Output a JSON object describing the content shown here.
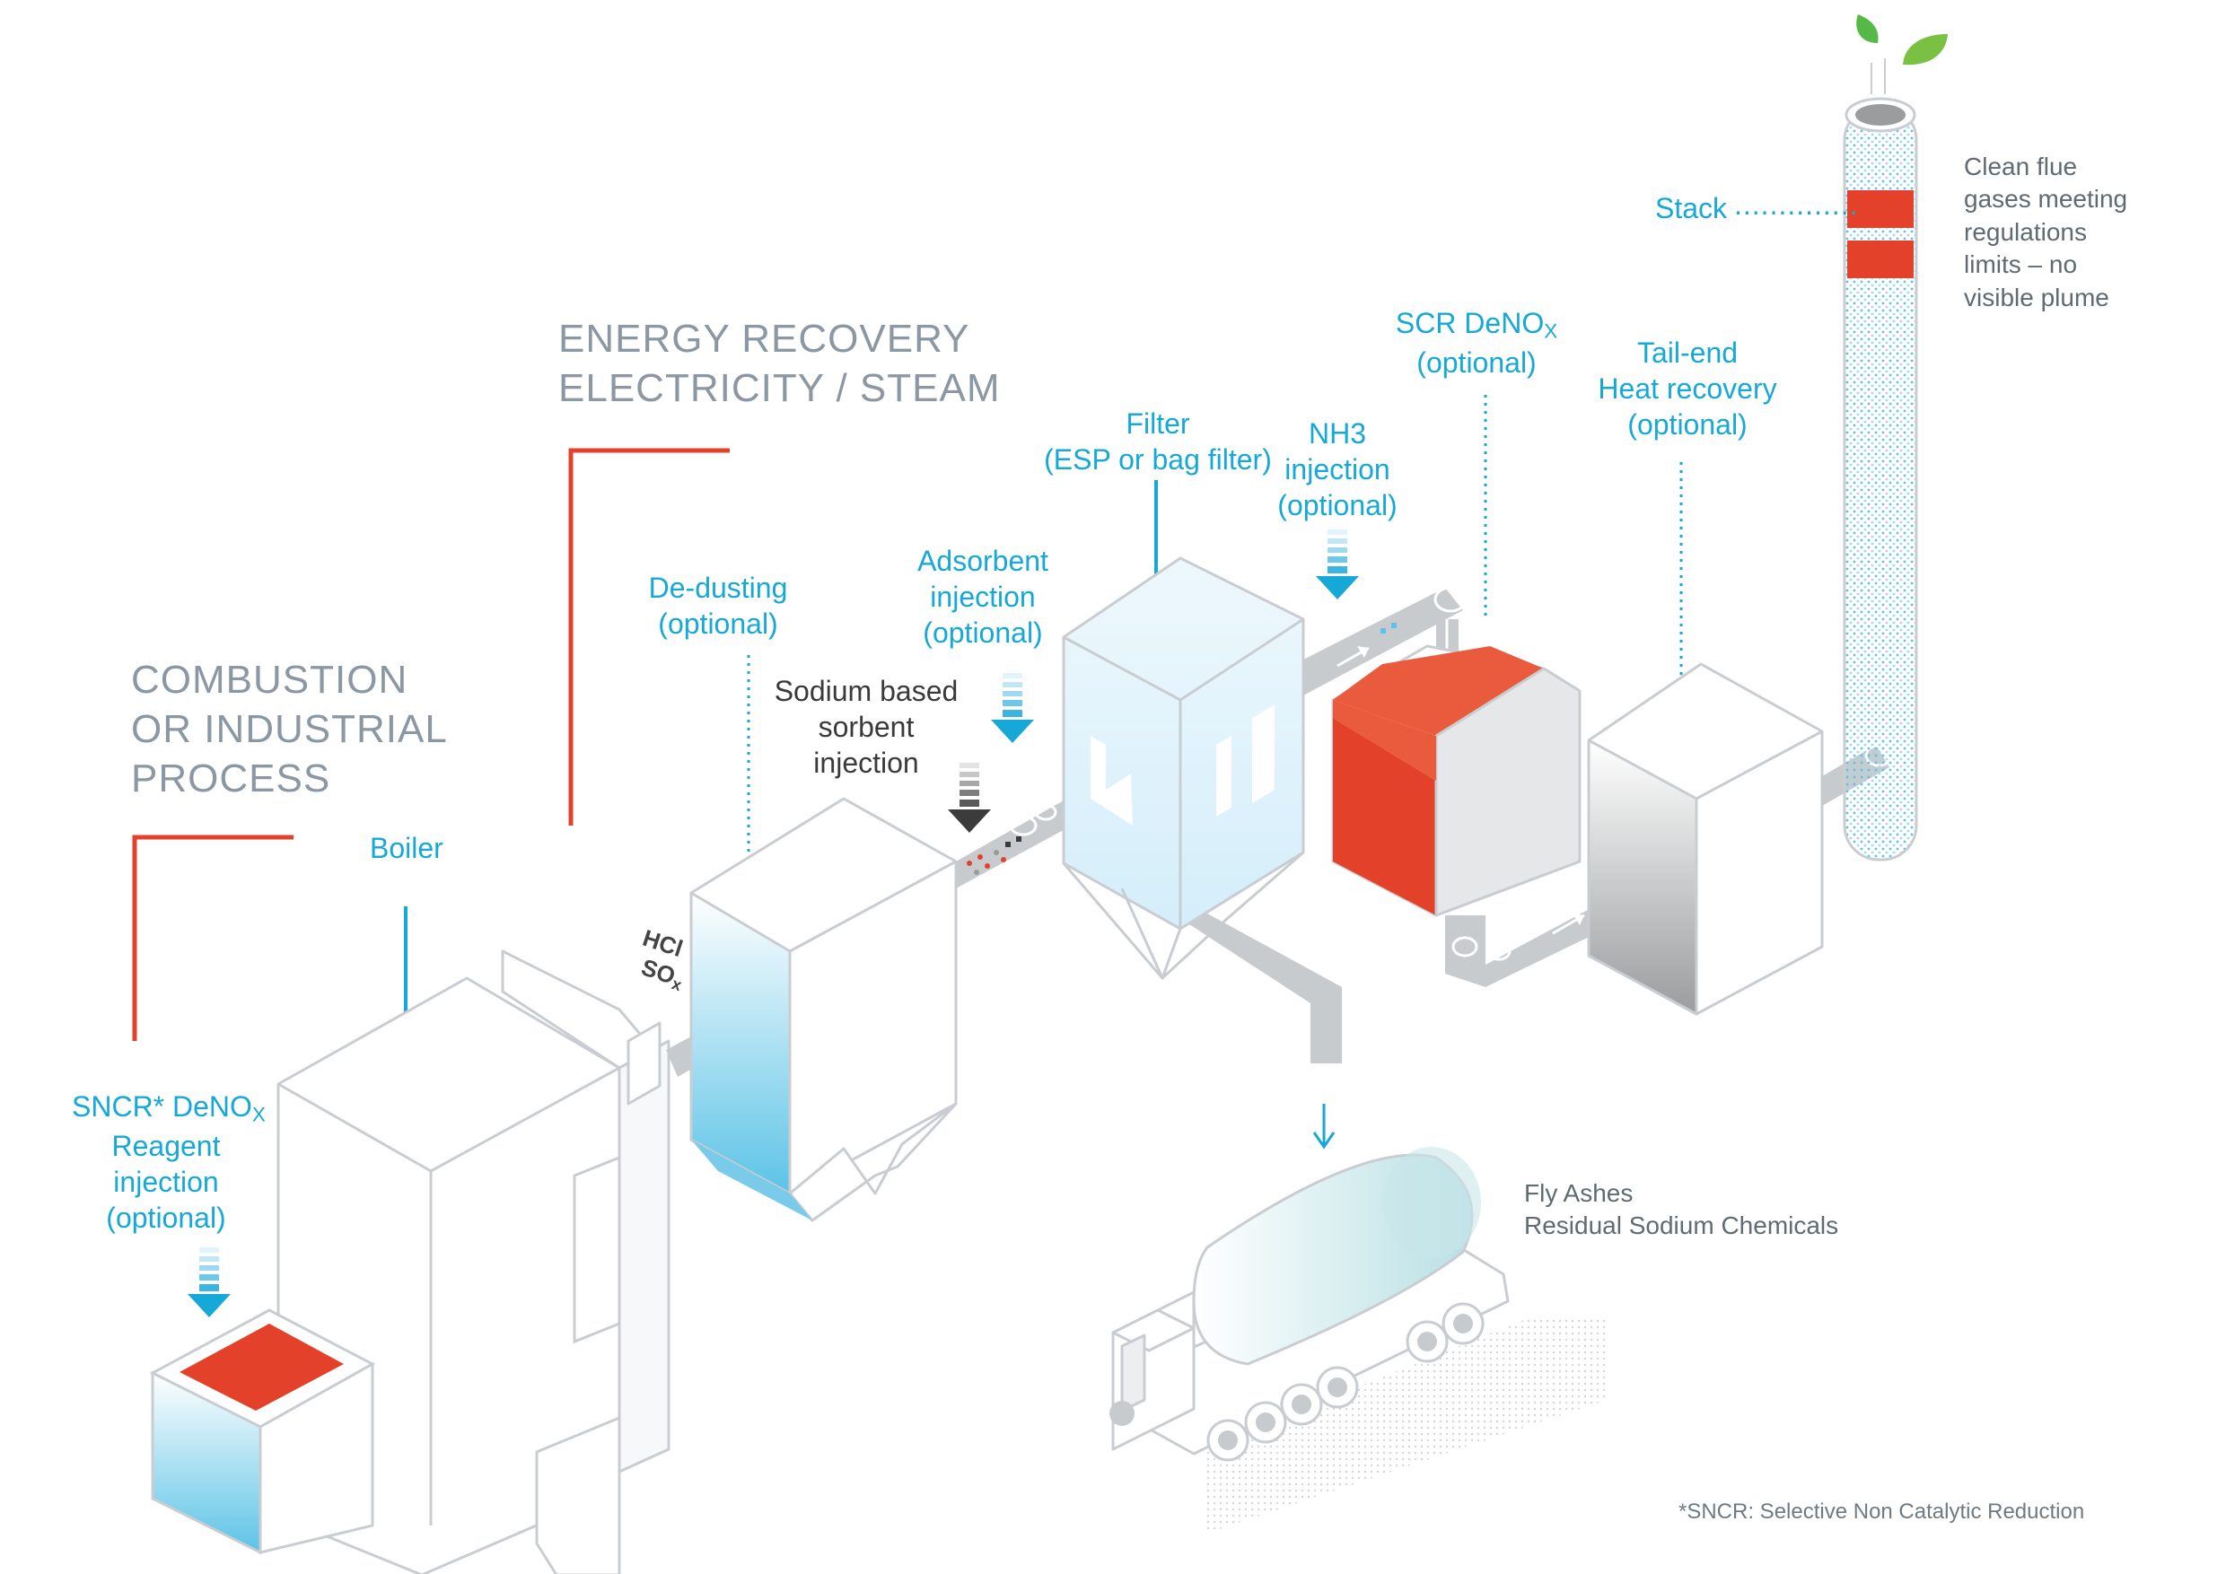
{
  "headings": {
    "combustion": [
      "COMBUSTION",
      "OR INDUSTRIAL",
      "PROCESS"
    ],
    "energy": [
      "ENERGY RECOVERY",
      "ELECTRICITY / STEAM"
    ]
  },
  "labels": {
    "boiler": "Boiler",
    "sncr": {
      "line1_main": "SNCR* DeNO",
      "line1_sub": "X",
      "lines": [
        "Reagent",
        "injection",
        "(optional)"
      ]
    },
    "dedusting": [
      "De-dusting",
      "(optional)"
    ],
    "sodium": [
      "Sodium based",
      "sorbent",
      "injection"
    ],
    "adsorbent": [
      "Adsorbent",
      "injection",
      "(optional)"
    ],
    "filter": [
      "Filter",
      "(ESP or bag filter)"
    ],
    "nh3": [
      "NH3",
      "injection",
      "(optional)"
    ],
    "scr": {
      "line1_main": "SCR DeNO",
      "line1_sub": "X",
      "line2": "(optional)"
    },
    "tailend": [
      "Tail-end",
      "Heat recovery",
      "(optional)"
    ],
    "stack": "Stack",
    "stack_dots": "..............",
    "clean": [
      "Clean flue",
      "gases meeting",
      "regulations",
      "limits – no",
      "visible plume"
    ],
    "fly_ashes": [
      "Fly Ashes",
      "Residual Sodium Chemicals"
    ],
    "hcl": "HCl",
    "sox_main": "SO",
    "sox_sub": "x",
    "footnote": "*SNCR: Selective Non Catalytic Reduction"
  },
  "colors": {
    "teal": "#16a8d6",
    "red": "#e3412a",
    "outline": "#c9cdd1",
    "pipe": "#c7cbce",
    "grey_text": "#8b98a3"
  }
}
